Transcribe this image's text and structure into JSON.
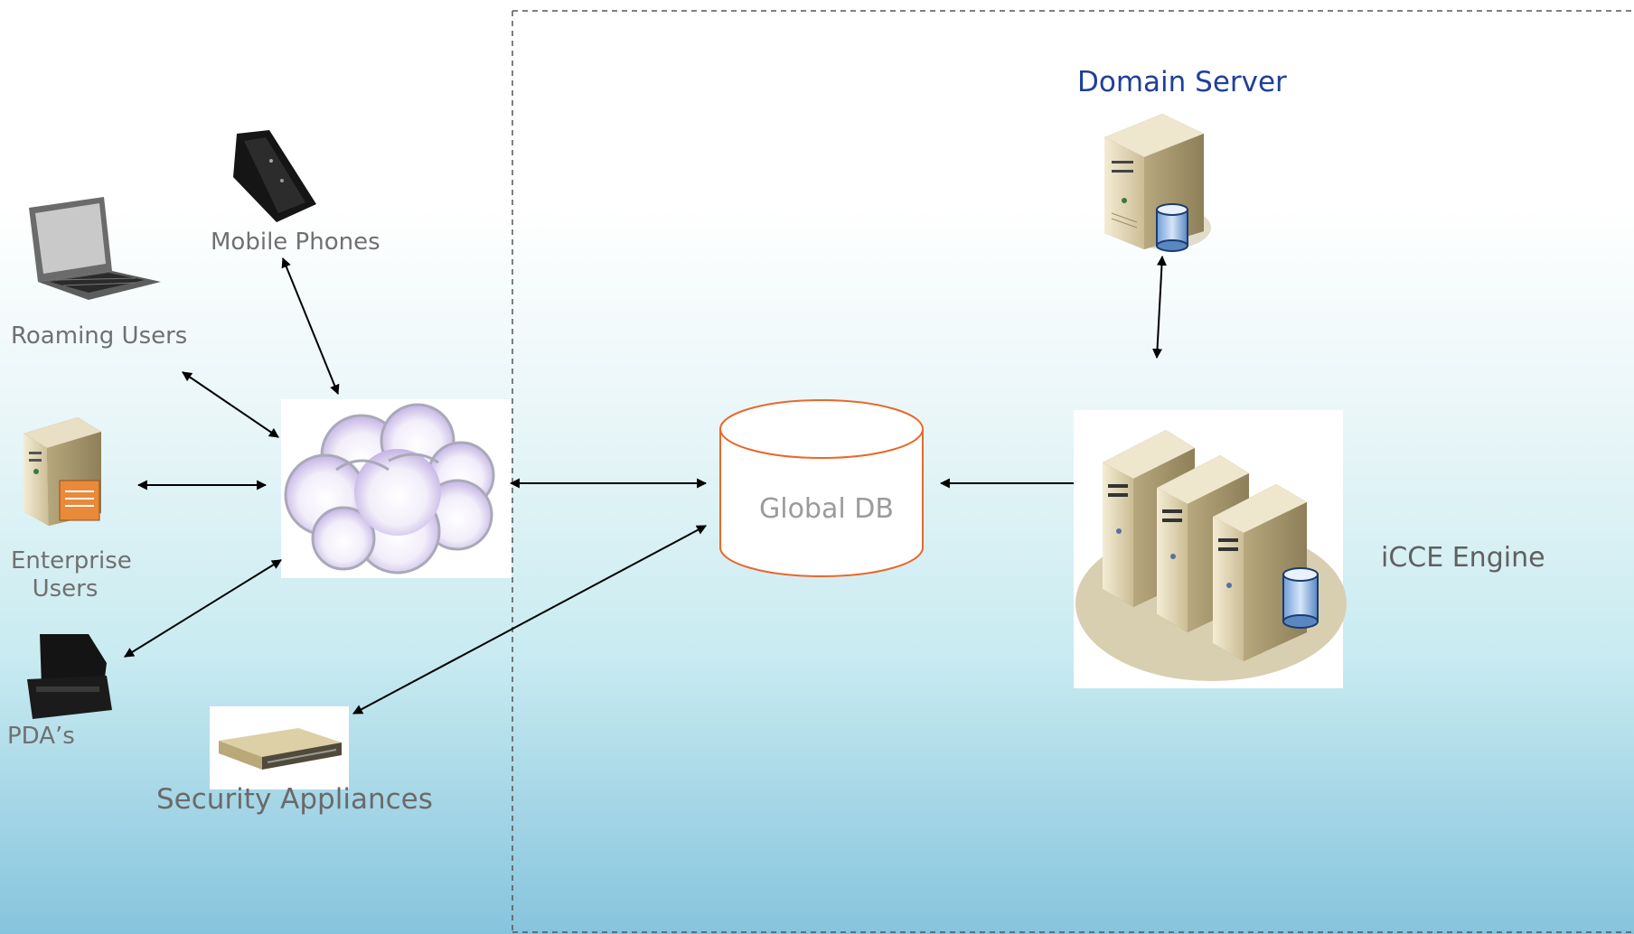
{
  "nodes": {
    "domain_server": "Domain Server",
    "mobile_phones": "Mobile Phones",
    "roaming_users": "Roaming Users",
    "enterprise_users": "Enterprise Users",
    "enterprise_users_line1": "Enterprise",
    "enterprise_users_line2": "Users",
    "pdas": "PDA’s",
    "security_appliances": "Security Appliances",
    "global_db": "Global DB",
    "icce_engine": "iCCE Engine"
  },
  "icons": {
    "laptop": "laptop-icon",
    "mobile_phone": "mobile-phone-icon",
    "enterprise_server": "server-icon",
    "pda": "pda-icon",
    "security_appliance": "network-appliance-icon",
    "cloud": "cloud-icon",
    "database": "database-cylinder-icon",
    "domain_server": "database-server-icon",
    "icce_engine": "server-cluster-icon"
  },
  "colors": {
    "domain_server_label": "#1f3f9a",
    "database_outline": "#e8682a",
    "connector": "#000000",
    "boundary": "#555555",
    "cloud_fill": "#cfc3e6"
  }
}
